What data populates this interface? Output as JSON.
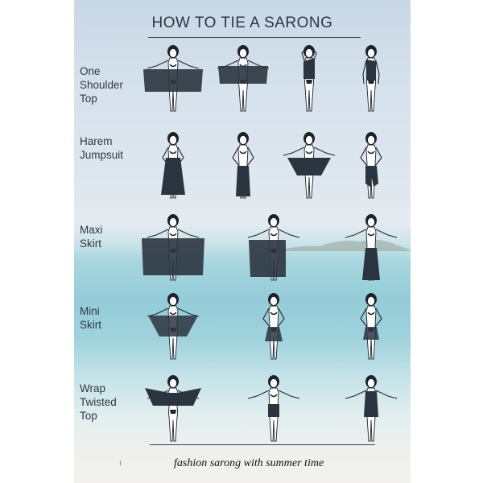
{
  "title": "HOW TO TIE A SARONG",
  "footer": "fashion sarong with summer time",
  "sections": [
    {
      "label": "One\nShoulder\nTop"
    },
    {
      "label": "Harem\nJumpsuit"
    },
    {
      "label": "Maxi\nSkirt"
    },
    {
      "label": "Mini\nSkirt"
    },
    {
      "label": "Wrap\nTwisted\nTop"
    }
  ],
  "colors": {
    "fabric": "#2b3540",
    "skin": "#ffffff",
    "outline": "#1f262e",
    "hair": "#1d2228"
  }
}
